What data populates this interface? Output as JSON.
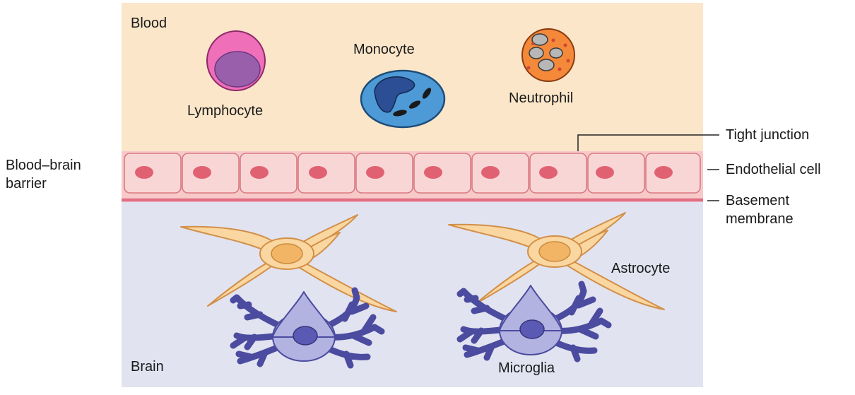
{
  "regions": {
    "blood": "Blood",
    "brain": "Brain"
  },
  "cells": {
    "lymphocyte": "Lymphocyte",
    "monocyte": "Monocyte",
    "neutrophil": "Neutrophil",
    "astrocyte": "Astrocyte",
    "microglia": "Microglia"
  },
  "callouts": {
    "tight_junction": "Tight junction",
    "endothelial_cell": "Endothelial cell",
    "basement_membrane_line1": "Basement",
    "basement_membrane_line2": "membrane",
    "bbb_line1": "Blood–brain",
    "bbb_line2": "barrier"
  },
  "colors": {
    "blood_bg": "#fbe6c9",
    "brain_bg": "#e1e3f0",
    "endothelium": "#f8d2d2",
    "endothelium_outline": "#d97a82",
    "nucleus": "#e06272",
    "astrocyte_fill": "#fad7a0",
    "astrocyte_outline": "#d28f48",
    "microglia_fill": "#b3b3e2",
    "microglia_outline": "#4b4ba0"
  }
}
